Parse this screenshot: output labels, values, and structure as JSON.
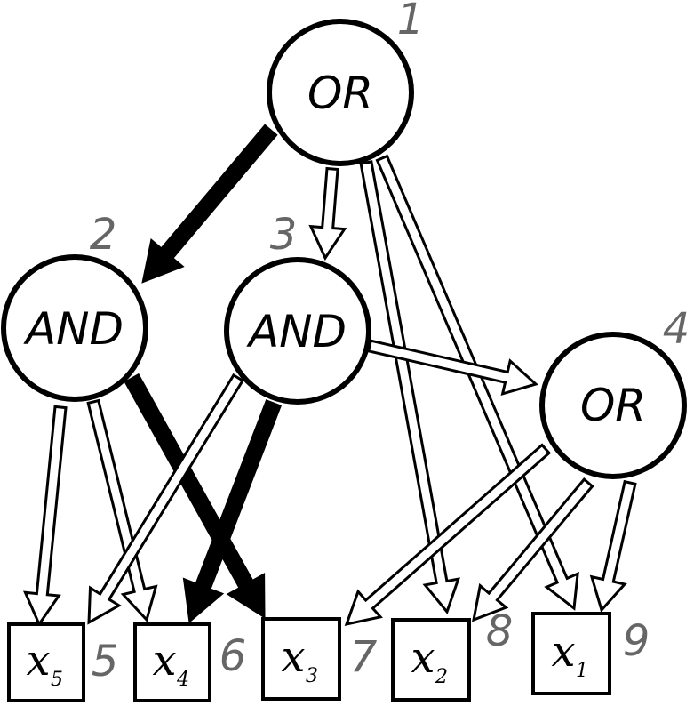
{
  "colors": {
    "stroke": "#000000",
    "index_label": "#666666",
    "background": "#ffffff"
  },
  "nodes": [
    {
      "id": "n1",
      "kind": "gate",
      "label": "OR",
      "index": "1"
    },
    {
      "id": "n2",
      "kind": "gate",
      "label": "AND",
      "index": "2"
    },
    {
      "id": "n3",
      "kind": "gate",
      "label": "AND",
      "index": "3"
    },
    {
      "id": "n4",
      "kind": "gate",
      "label": "OR",
      "index": "4"
    },
    {
      "id": "n5",
      "kind": "variable",
      "label": "x",
      "subscript": "5",
      "index": "5"
    },
    {
      "id": "n6",
      "kind": "variable",
      "label": "x",
      "subscript": "4",
      "index": "6"
    },
    {
      "id": "n7",
      "kind": "variable",
      "label": "x",
      "subscript": "3",
      "index": "7"
    },
    {
      "id": "n8",
      "kind": "variable",
      "label": "x",
      "subscript": "2",
      "index": "8"
    },
    {
      "id": "n9",
      "kind": "variable",
      "label": "x",
      "subscript": "1",
      "index": "9"
    }
  ],
  "edges": [
    {
      "from": "n1",
      "to": "n2",
      "style": "solid"
    },
    {
      "from": "n1",
      "to": "n3",
      "style": "hollow"
    },
    {
      "from": "n1",
      "to": "n8",
      "style": "hollow"
    },
    {
      "from": "n1",
      "to": "n9",
      "style": "hollow"
    },
    {
      "from": "n2",
      "to": "n5",
      "style": "hollow"
    },
    {
      "from": "n2",
      "to": "n6",
      "style": "hollow"
    },
    {
      "from": "n2",
      "to": "n7",
      "style": "solid"
    },
    {
      "from": "n3",
      "to": "n5",
      "style": "hollow"
    },
    {
      "from": "n3",
      "to": "n6",
      "style": "solid"
    },
    {
      "from": "n3",
      "to": "n4",
      "style": "hollow"
    },
    {
      "from": "n4",
      "to": "n7",
      "style": "hollow"
    },
    {
      "from": "n4",
      "to": "n8",
      "style": "hollow"
    },
    {
      "from": "n4",
      "to": "n9",
      "style": "hollow"
    }
  ]
}
